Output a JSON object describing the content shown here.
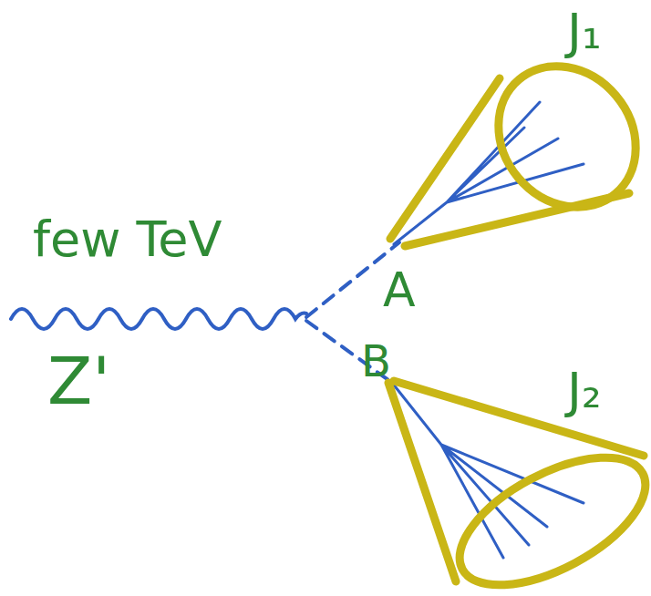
{
  "diagram": {
    "labels": [
      "few TeV",
      "Z'",
      "A",
      "B",
      "J₁",
      "J₂"
    ]
  }
}
